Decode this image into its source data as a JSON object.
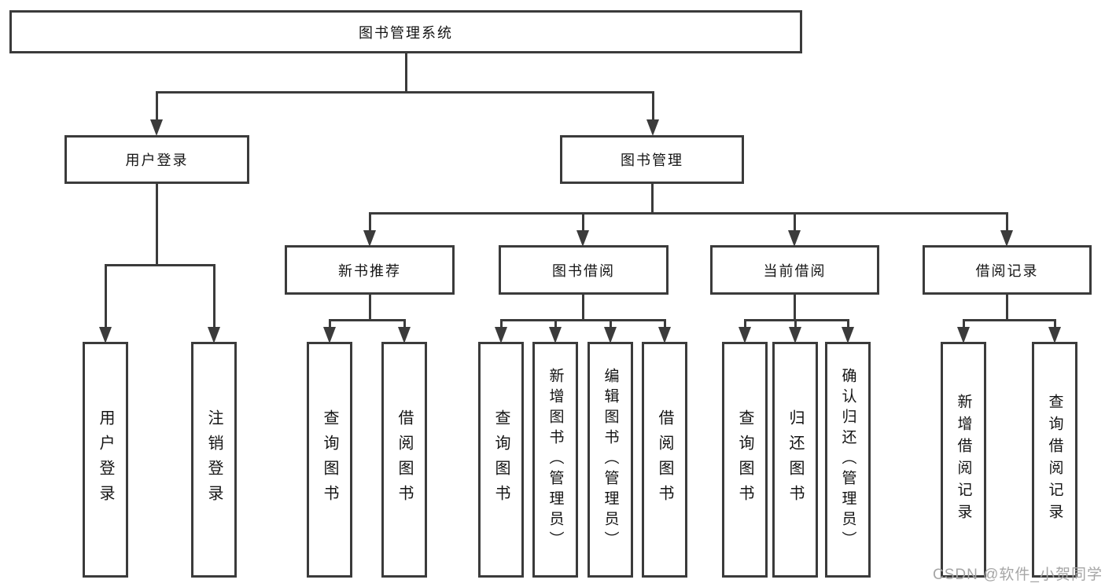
{
  "colors": {
    "line": "#3b3b3b",
    "text": "#141414",
    "background": "#ffffff",
    "watermark": "#a6a6a6"
  },
  "nodes": {
    "root": "图书管理系统",
    "level2": [
      "用户登录",
      "图书管理"
    ],
    "level3": [
      "新书推荐",
      "图书借阅",
      "当前借阅",
      "借阅记录"
    ],
    "leaves_user_login": [
      "用户登录",
      "注销登录"
    ],
    "leaves_new_book": [
      "查询图书",
      "借阅图书"
    ],
    "leaves_book_borrow": [
      "查询图书",
      "新增图书（管理员）",
      "编辑图书（管理员）",
      "借阅图书"
    ],
    "leaves_current_borrow": [
      "查询图书",
      "归还图书",
      "确认归还（管理员）"
    ],
    "leaves_borrow_records": [
      "新增借阅记录",
      "查询借阅记录"
    ]
  },
  "watermark": {
    "text": "CSDN @软件_小贺同学"
  }
}
